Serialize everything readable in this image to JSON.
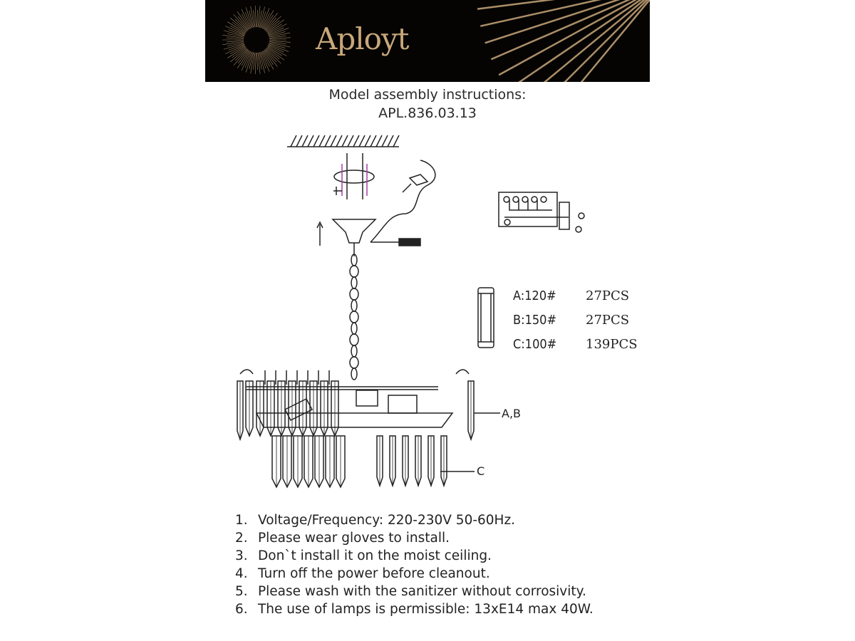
{
  "brand": {
    "name": "Aployt",
    "gold": "#c9a77a"
  },
  "title": {
    "line1": "Model assembly instructions:",
    "line2": "APL.836.03.13"
  },
  "parts": [
    {
      "code": "A:120#",
      "qty": "27PCS"
    },
    {
      "code": "B:150#",
      "qty": "27PCS"
    },
    {
      "code": "C:100#",
      "qty": "139PCS"
    }
  ],
  "callouts": {
    "ab": "A,B",
    "c": "C"
  },
  "notes": [
    {
      "num": "1.",
      "text": "Voltage/Frequency: 220-230V 50-60Hz."
    },
    {
      "num": "2.",
      "text": "Please wear gloves to install."
    },
    {
      "num": "3.",
      "text": "Don`t install it on the moist ceiling."
    },
    {
      "num": "4.",
      "text": "Turn off the power before cleanout."
    },
    {
      "num": "5.",
      "text": "Please wash with the sanitizer without corrosivity."
    },
    {
      "num": "6.",
      "text": "The use of lamps is permissible: 13xE14 max 40W."
    }
  ]
}
